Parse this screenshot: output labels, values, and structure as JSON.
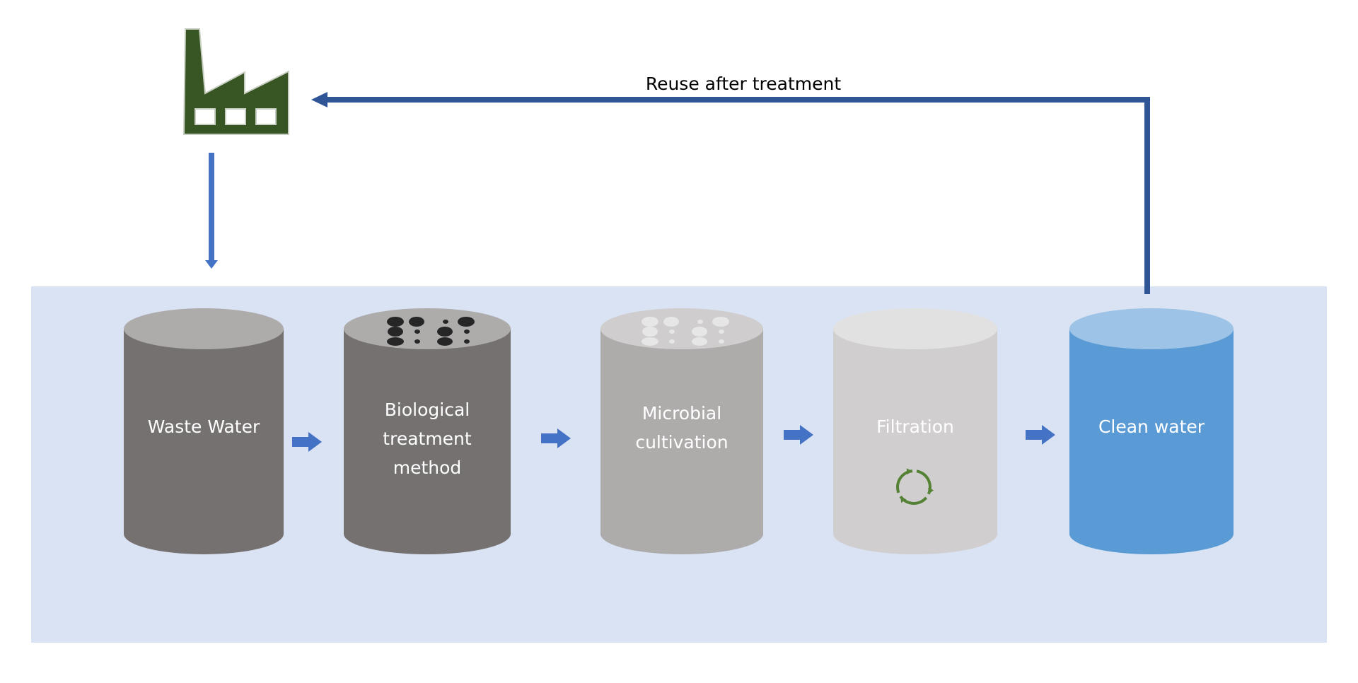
{
  "feedback_label": "Reuse after treatment",
  "colors": {
    "panel": "#DAE3F3",
    "arrow": "#4472C4",
    "feedback_arrow": "#2F5597",
    "factory": "#375623",
    "recycle": "#548235"
  },
  "stages": [
    {
      "id": "waste-water",
      "lines": [
        "Waste Water"
      ],
      "body": "#767171",
      "top": "#AEABAB",
      "icon": null
    },
    {
      "id": "biological-treatment",
      "lines": [
        "Biological",
        "treatment",
        "method"
      ],
      "body": "#767171",
      "top": "#AEABAB",
      "icon": "particles-dark"
    },
    {
      "id": "microbial-cultivation",
      "lines": [
        "Microbial",
        "cultivation"
      ],
      "body": "#AEABAB",
      "top": "#CFCDCD",
      "icon": "particles-light"
    },
    {
      "id": "filtration",
      "lines": [
        "Filtration"
      ],
      "body": "#D0CECE",
      "top": "#E2E1E1",
      "icon": "recycle"
    },
    {
      "id": "clean-water",
      "lines": [
        "Clean water"
      ],
      "body": "#5B9BD5",
      "top": "#9DC3E6",
      "icon": null
    }
  ]
}
